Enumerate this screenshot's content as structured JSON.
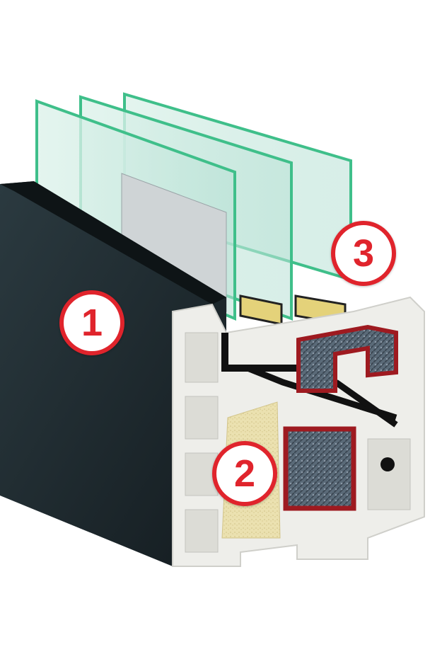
{
  "image": {
    "markers": [
      {
        "id": "1",
        "label": "1"
      },
      {
        "id": "2",
        "label": "2"
      },
      {
        "id": "3",
        "label": "3"
      }
    ],
    "colors": {
      "frame_face": "#1f2b30",
      "pvc": "#eeeeea",
      "glass_edge": "#3fbf8a",
      "reinforcement": "#9e1a20",
      "insulation": "#e9dfae",
      "marker_red": "#e0242c"
    }
  }
}
